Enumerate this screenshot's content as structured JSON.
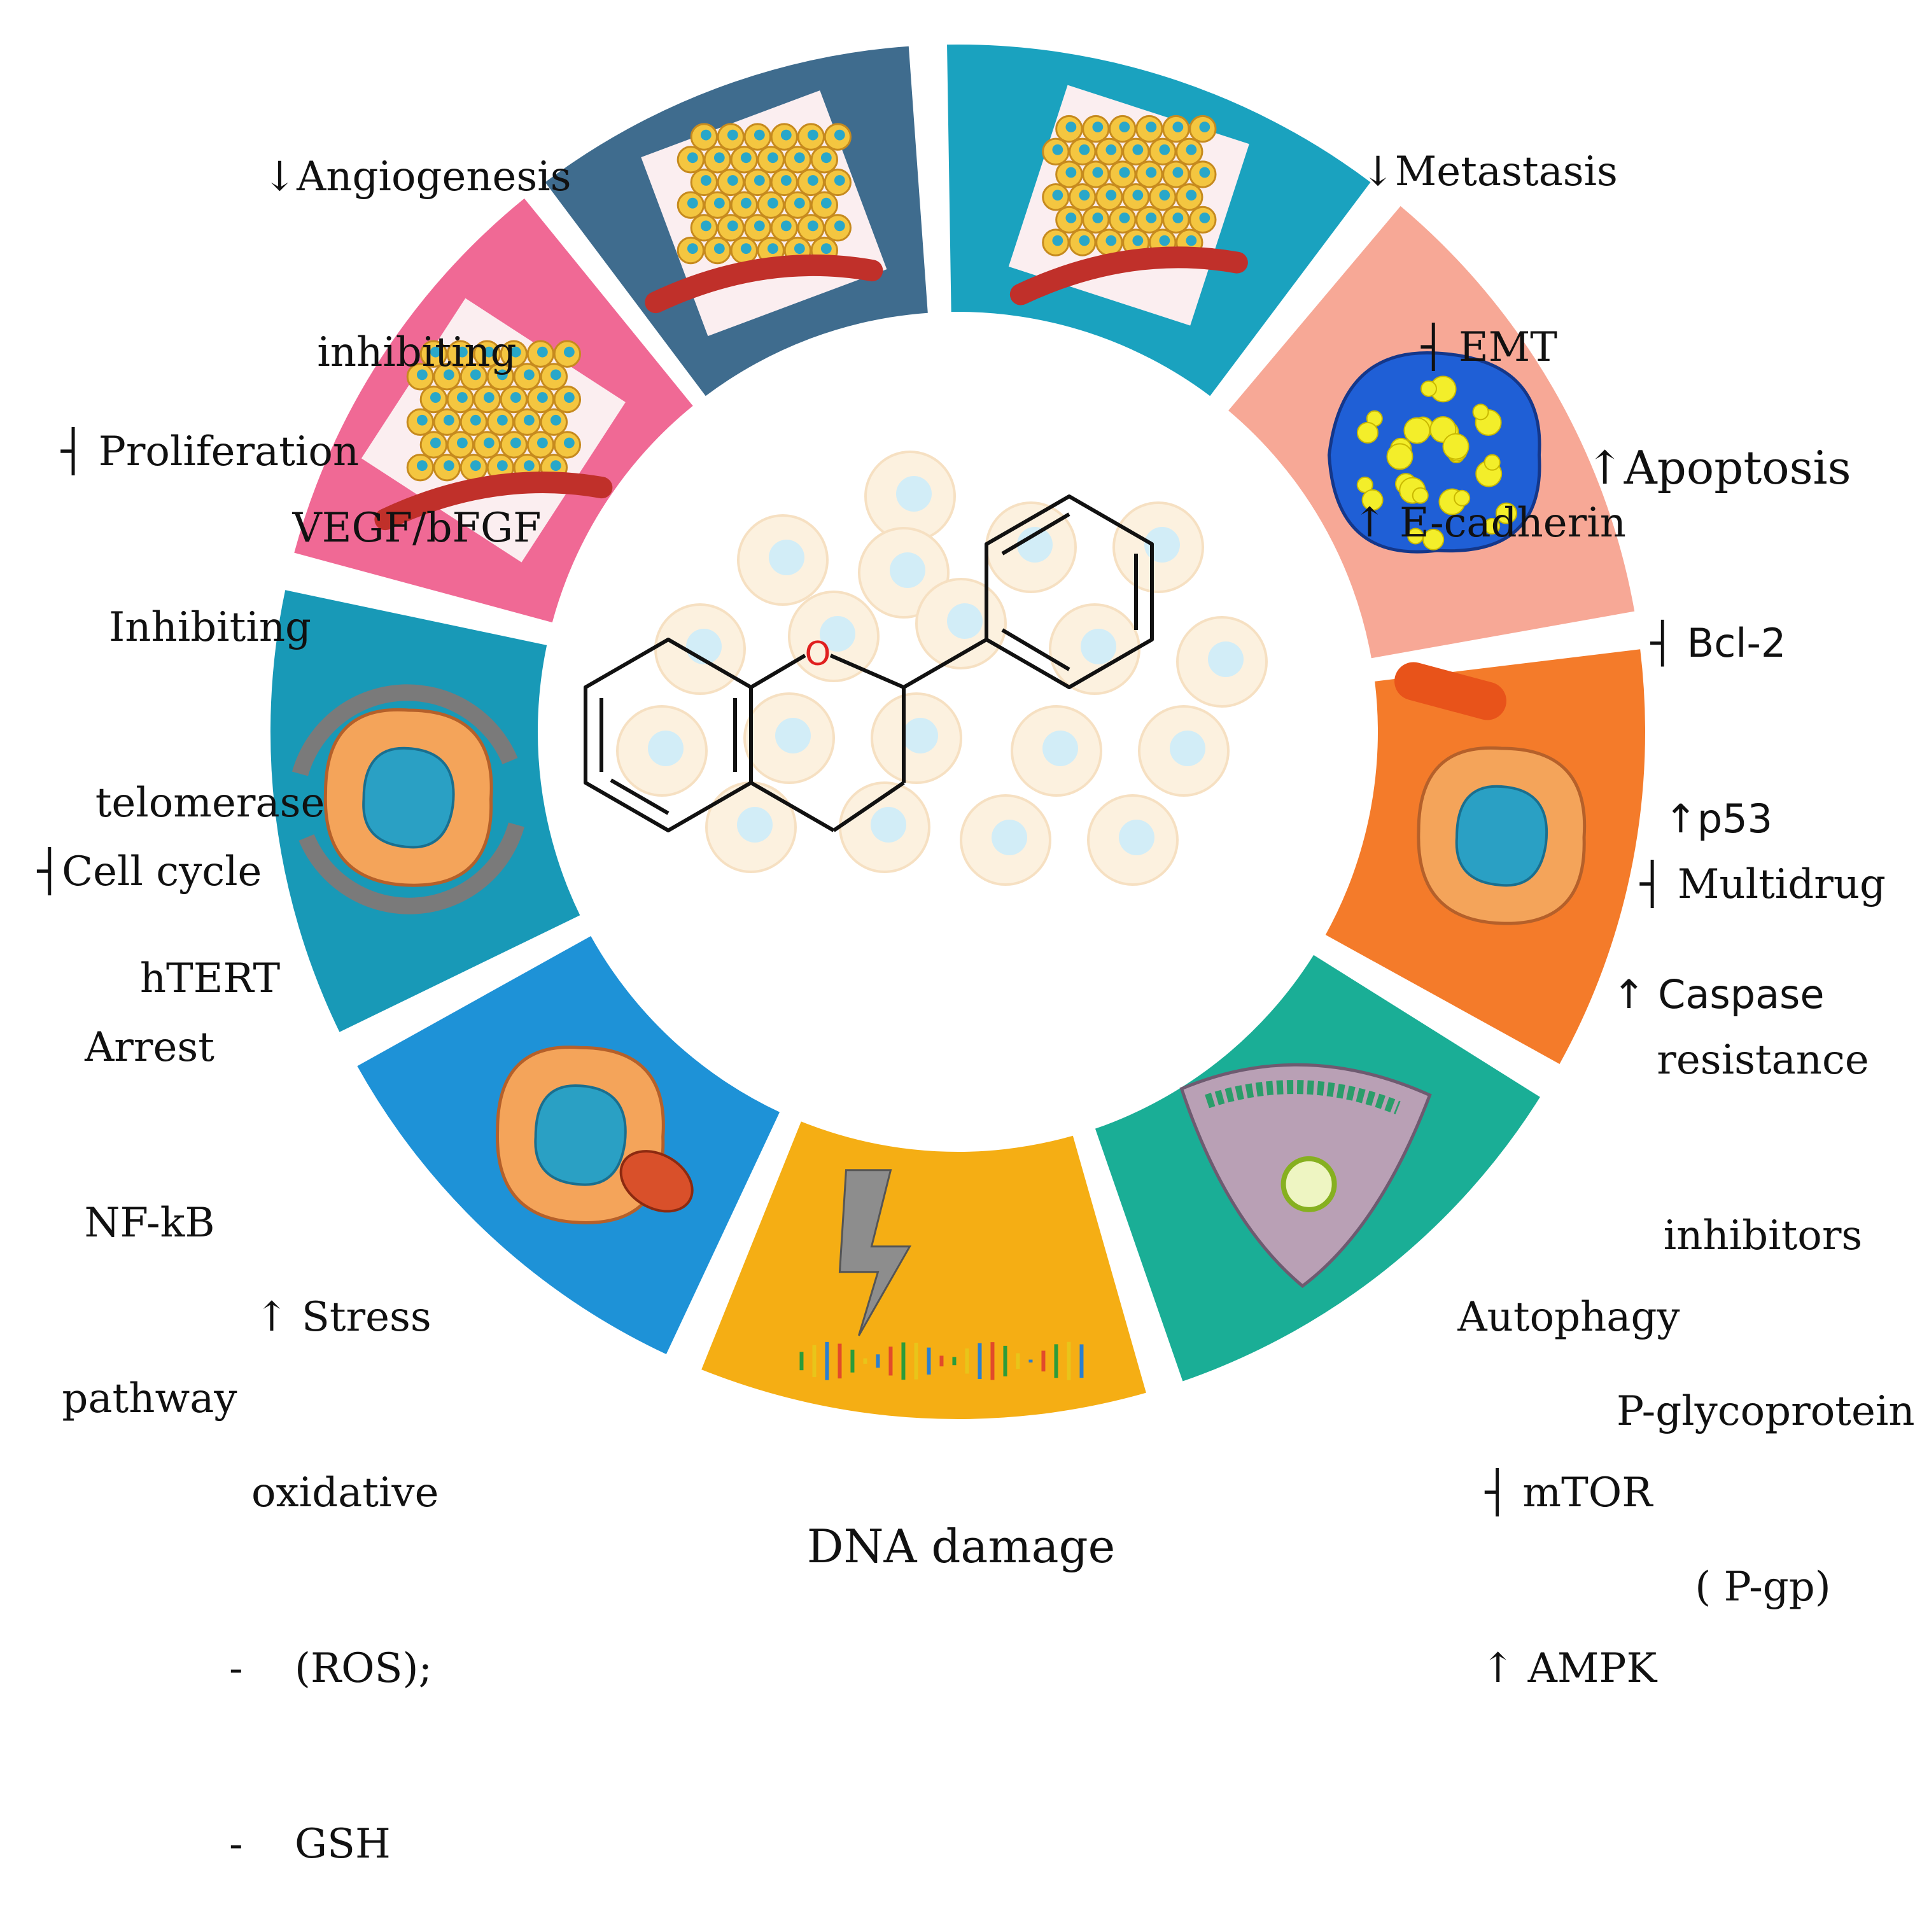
{
  "colors": {
    "angiogenesis": "#3f6c8e",
    "metastasis": "#1aa2bf",
    "apoptosis": "#f7a896",
    "multidrug": "#f47b2a",
    "autophagy": "#1aae96",
    "dna": "#f5ae14",
    "stress": "#1e92d7",
    "cell_cycle": "#1899b7",
    "proliferation": "#f06995"
  },
  "center": {
    "molecule_atom_label": "O",
    "icon": "flavan-molecule-over-cells"
  },
  "segments": [
    {
      "id": "angiogenesis",
      "icon": "tumor-blood-vessels-icon",
      "lines": [
        "↓Angiogenesis",
        "inhibiting",
        "VEGF/bFGF"
      ]
    },
    {
      "id": "metastasis",
      "icon": "tumor-invasion-icon",
      "lines": [
        "↓Metastasis",
        "┤ EMT",
        "↑ E-cadherin"
      ]
    },
    {
      "id": "apoptosis",
      "icon": "apoptotic-cell-icon",
      "lines": [
        "↑Apoptosis",
        "┤ Bcl-2",
        "↑p53",
        "↑ Caspase"
      ]
    },
    {
      "id": "multidrug",
      "icon": "drug-capsule-cell-icon",
      "lines": [
        "┤ Multidrug",
        "resistance",
        "inhibitors",
        "P-glycoprotein",
        "( P-gp)"
      ]
    },
    {
      "id": "autophagy",
      "icon": "autophagy-cell-icon",
      "lines": [
        "Autophagy",
        "┤ mTOR",
        "↑ AMPK"
      ]
    },
    {
      "id": "dna",
      "icon": "dna-helix-lightning-icon",
      "lines": [
        "DNA damage"
      ]
    },
    {
      "id": "stress",
      "icon": "cell-mitochondria-icon",
      "lines": [
        "↑ Stress",
        "oxidative",
        "-    (ROS);",
        "-    GSH"
      ]
    },
    {
      "id": "cell_cycle",
      "icon": "cell-cycle-arrows-icon",
      "lines": [
        "┤Cell cycle",
        "Arrest",
        "NF-kB",
        "pathway"
      ]
    },
    {
      "id": "proliferation",
      "icon": "proliferating-tumor-icon",
      "lines": [
        "┤ Proliferation",
        "Inhibiting",
        "telomerase",
        "hTERT"
      ]
    }
  ]
}
